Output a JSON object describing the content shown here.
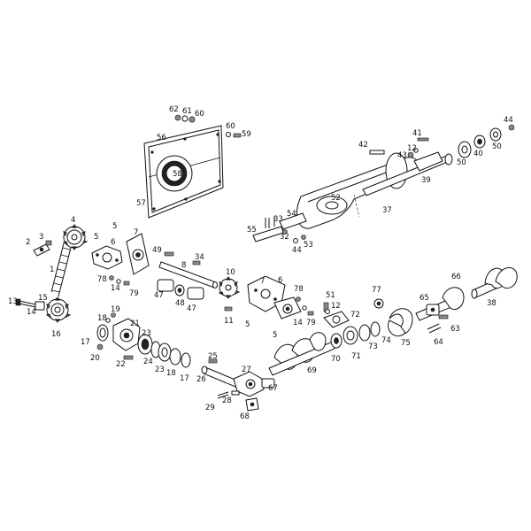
{
  "callouts": [
    {
      "id": "c62",
      "text": "62"
    },
    {
      "id": "c61",
      "text": "61"
    },
    {
      "id": "c60a",
      "text": "60"
    },
    {
      "id": "c60b",
      "text": "60"
    },
    {
      "id": "c59",
      "text": "59"
    },
    {
      "id": "c56",
      "text": "56"
    },
    {
      "id": "c58",
      "text": "58"
    },
    {
      "id": "c57",
      "text": "57"
    },
    {
      "id": "c41",
      "text": "41"
    },
    {
      "id": "c44a",
      "text": "44"
    },
    {
      "id": "c42",
      "text": "42"
    },
    {
      "id": "c43",
      "text": "43"
    },
    {
      "id": "c12a",
      "text": "12"
    },
    {
      "id": "c50a",
      "text": "50"
    },
    {
      "id": "c40",
      "text": "40"
    },
    {
      "id": "c50b",
      "text": "50"
    },
    {
      "id": "c39",
      "text": "39"
    },
    {
      "id": "c52",
      "text": "52"
    },
    {
      "id": "c37",
      "text": "37"
    },
    {
      "id": "c33",
      "text": "33"
    },
    {
      "id": "c54",
      "text": "54"
    },
    {
      "id": "c55",
      "text": "55"
    },
    {
      "id": "c32",
      "text": "32"
    },
    {
      "id": "c44b",
      "text": "44"
    },
    {
      "id": "c53",
      "text": "53"
    },
    {
      "id": "c4",
      "text": "4"
    },
    {
      "id": "c3",
      "text": "3"
    },
    {
      "id": "c2",
      "text": "2"
    },
    {
      "id": "c1",
      "text": "1"
    },
    {
      "id": "c13",
      "text": "13"
    },
    {
      "id": "c14a",
      "text": "14"
    },
    {
      "id": "c15",
      "text": "15"
    },
    {
      "id": "c16",
      "text": "16"
    },
    {
      "id": "c5a",
      "text": "5"
    },
    {
      "id": "c6a",
      "text": "6"
    },
    {
      "id": "c5b",
      "text": "5"
    },
    {
      "id": "c7a",
      "text": "7"
    },
    {
      "id": "c78a",
      "text": "78"
    },
    {
      "id": "c14b",
      "text": "14"
    },
    {
      "id": "c79a",
      "text": "79"
    },
    {
      "id": "c49",
      "text": "49"
    },
    {
      "id": "c34",
      "text": "34"
    },
    {
      "id": "c8",
      "text": "8"
    },
    {
      "id": "c47a",
      "text": "47"
    },
    {
      "id": "c48",
      "text": "48"
    },
    {
      "id": "c47b",
      "text": "47"
    },
    {
      "id": "c10",
      "text": "10"
    },
    {
      "id": "c7b",
      "text": "7"
    },
    {
      "id": "c6b",
      "text": "6"
    },
    {
      "id": "c11",
      "text": "11"
    },
    {
      "id": "c5c",
      "text": "5"
    },
    {
      "id": "c78b",
      "text": "78"
    },
    {
      "id": "c14c",
      "text": "14"
    },
    {
      "id": "c79b",
      "text": "79"
    },
    {
      "id": "c5d",
      "text": "5"
    },
    {
      "id": "c51",
      "text": "51"
    },
    {
      "id": "c12b",
      "text": "12"
    },
    {
      "id": "c72",
      "text": "72"
    },
    {
      "id": "c77",
      "text": "77"
    },
    {
      "id": "c65",
      "text": "65"
    },
    {
      "id": "c66",
      "text": "66"
    },
    {
      "id": "c38",
      "text": "38"
    },
    {
      "id": "c75",
      "text": "75"
    },
    {
      "id": "c63",
      "text": "63"
    },
    {
      "id": "c64",
      "text": "64"
    },
    {
      "id": "c74",
      "text": "74"
    },
    {
      "id": "c73",
      "text": "73"
    },
    {
      "id": "c71",
      "text": "71"
    },
    {
      "id": "c70",
      "text": "70"
    },
    {
      "id": "c69",
      "text": "69"
    },
    {
      "id": "c19",
      "text": "19"
    },
    {
      "id": "c18a",
      "text": "18"
    },
    {
      "id": "c21",
      "text": "21"
    },
    {
      "id": "c17a",
      "text": "17"
    },
    {
      "id": "c20",
      "text": "20"
    },
    {
      "id": "c23a",
      "text": "23"
    },
    {
      "id": "c22",
      "text": "22"
    },
    {
      "id": "c24",
      "text": "24"
    },
    {
      "id": "c23b",
      "text": "23"
    },
    {
      "id": "c18b",
      "text": "18"
    },
    {
      "id": "c17b",
      "text": "17"
    },
    {
      "id": "c25",
      "text": "25"
    },
    {
      "id": "c27",
      "text": "27"
    },
    {
      "id": "c26",
      "text": "26"
    },
    {
      "id": "c67",
      "text": "67"
    },
    {
      "id": "c28",
      "text": "28"
    },
    {
      "id": "c29",
      "text": "29"
    },
    {
      "id": "c68",
      "text": "68"
    }
  ],
  "colors": {
    "ink": "#111111",
    "background": "#ffffff"
  }
}
